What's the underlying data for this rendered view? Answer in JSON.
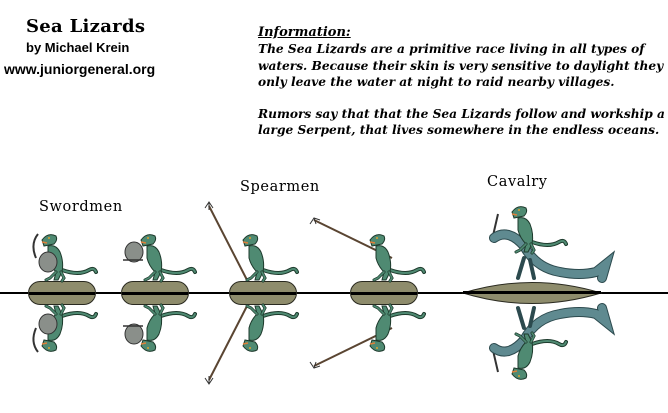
{
  "header": {
    "title": "Sea Lizards",
    "author": "by Michael Krein",
    "website": "www.juniorgeneral.org"
  },
  "information": {
    "heading": "Information:",
    "paragraphs": [
      "The Sea Lizards are a primitive race living in all types of waters. Because their skin is very sensitive to daylight they only leave the water at night to raid nearby villages.",
      "Rumors say that that the Sea Lizards follow and workship a large Serpent, that lives somewhere in the endless oceans."
    ]
  },
  "units": [
    {
      "label": "Swordmen",
      "figures": [
        "sea-lizard-swordman-sword-raised",
        "sea-lizard-swordman-shield-forward"
      ]
    },
    {
      "label": "Spearmen",
      "figures": [
        "sea-lizard-spearman-trident-raised",
        "sea-lizard-spearman-trident-lowered"
      ]
    },
    {
      "label": "Cavalry",
      "figures": [
        "sea-lizard-riding-sea-serpent"
      ]
    }
  ],
  "colors": {
    "lizard_green": "#4f8a72",
    "lizard_outline": "#1d3a2c",
    "base_khaki": "#8e8c6c",
    "serpent_blue": "#5f8a90",
    "shield_gray": "#8a8f8a",
    "spear_brown": "#5a4532"
  }
}
